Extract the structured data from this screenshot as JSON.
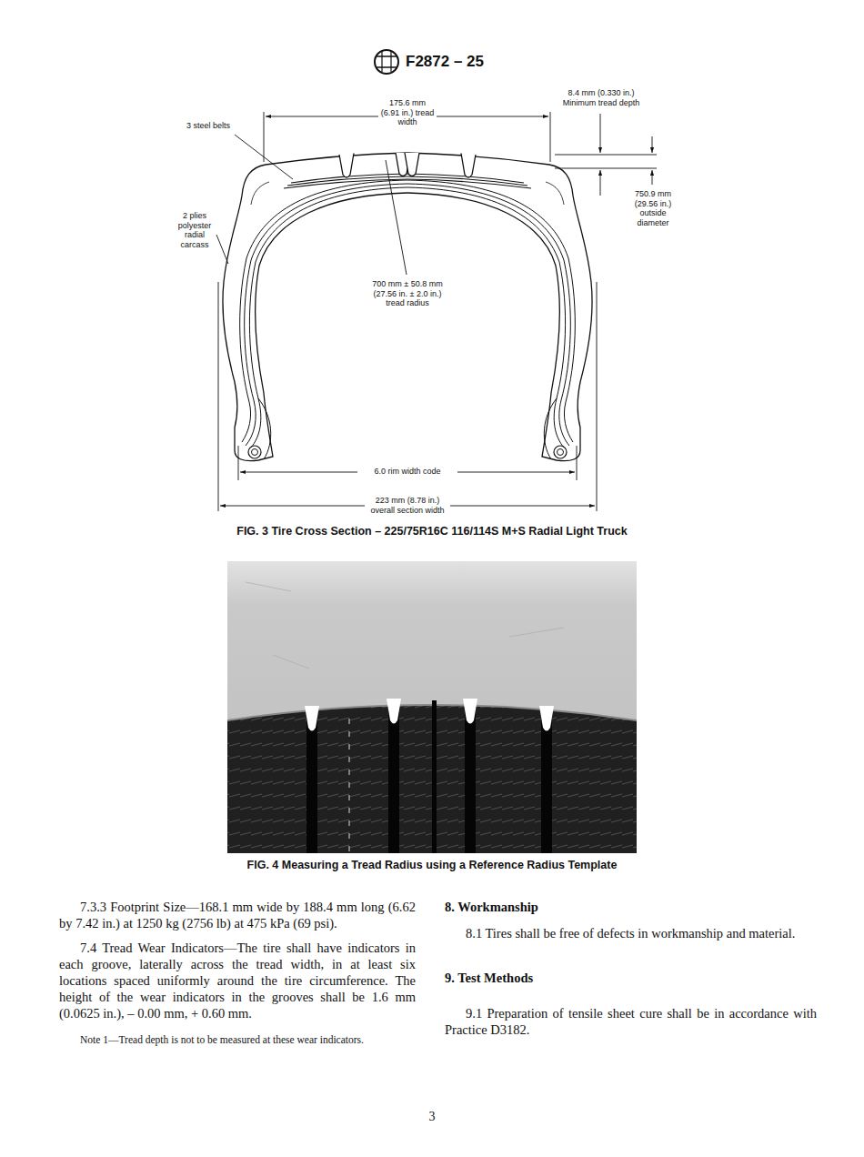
{
  "diagram": {
    "title": "F2872 – 25",
    "labels": [
      "3 steel belts",
      "175.6 mm (6.91 in.) tread width",
      "8.4 mm (0.330 in.) Minimum tread depth",
      "750.9 mm (29.56 in.) outside diameter",
      "2 plies polyester radial carcass",
      "700 mm ± 50.8 mm (27.56 in. ± 2.0 in.) tread radius",
      "6.0 rim width code",
      "223 mm (8.78 in.) overall section width",
      "FIG. 3 Tire Cross Section – 225/75R16C 116/114S M+S Radial Light Truck",
      "FIG. 4 Measuring a Tread Radius using a Reference Radius Template",
      "7.3.3 Footprint Size—168.1 mm wide by 188.4 mm long (6.62 by 7.42 in.) at 1250 kg (2756 lb) at 475 kPa (69 psi).",
      "7.4 Tread Wear Indicators—The tire shall have indicators in each groove, laterally across the tread width, in at least six locations spaced uniformly around the tire circumference. The height of the wear indicators in the grooves shall be 1.6 mm (0.0625 in.), – 0.00 mm, + 0.60 mm.",
      "Note 1—Tread depth is not to be measured at these wear indicators.",
      "8. Workmanship",
      "8.1 Tires shall be free of defects in workmanship and material.",
      "9. Test Methods",
      "9.1 Preparation of tensile sheet cure shall be in accordance with Practice D3182.",
      "3"
    ]
  }
}
